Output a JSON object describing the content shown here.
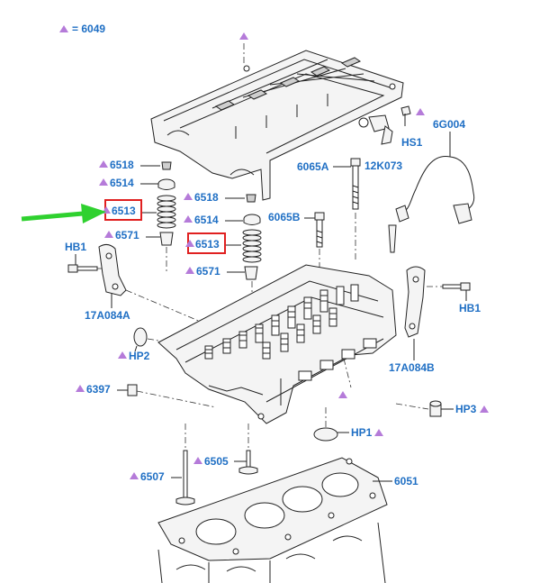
{
  "legend": {
    "text": "= 6049"
  },
  "labels": {
    "6518_left": "6518",
    "6514_left": "6514",
    "6513_left": "6513",
    "6571_left": "6571",
    "6518_mid": "6518",
    "6514_mid": "6514",
    "6513_mid": "6513",
    "6571_mid": "6571",
    "hb1_left": "HB1",
    "a17_left": "17A084A",
    "hp2": "HP2",
    "p6397": "6397",
    "p6065a": "6065A",
    "p6065b": "6065B",
    "hs1": "HS1",
    "p12k073": "12K073",
    "p6g004": "6G004",
    "hb1_right": "HB1",
    "a17_right": "17A084B",
    "hp3": "HP3",
    "hp1": "HP1",
    "p6505": "6505",
    "p6507": "6507",
    "p6051": "6051"
  },
  "colors": {
    "label": "#1f6fc4",
    "marker": "#b57bd9",
    "highlight": "#e02020",
    "pointer_arrow": "#2fd12f"
  },
  "icons": {
    "marker": "triangle-marker-icon",
    "pointer": "green-arrow-icon"
  }
}
